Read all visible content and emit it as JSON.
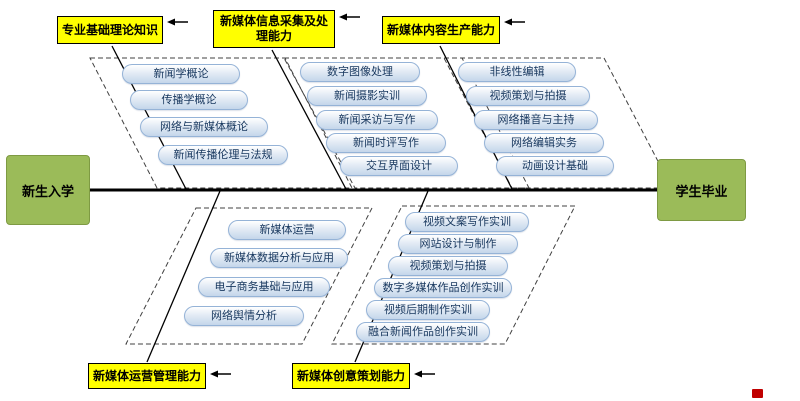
{
  "diagram": {
    "title_hint": "curriculum fishbone map",
    "milestones": {
      "start": "新生入学",
      "end": "学生毕业"
    },
    "colors": {
      "category_fill": "#ffff00",
      "milestone_fill": "#9bbb59",
      "course_border": "#95b3d7",
      "course_text": "#17375e",
      "spine": "#000000"
    },
    "top_groups": [
      {
        "label": "专业基础理论知识",
        "courses": [
          "新闻学概论",
          "传播学概论",
          "网络与新媒体概论",
          "新闻传播伦理与法规"
        ]
      },
      {
        "label": "新媒体信息采集及处理能力",
        "courses": [
          "数字图像处理",
          "新闻摄影实训",
          "新闻采访与写作",
          "新闻时评写作",
          "交互界面设计"
        ]
      },
      {
        "label": "新媒体内容生产能力",
        "courses": [
          "非线性编辑",
          "视频策划与拍摄",
          "网络播音与主持",
          "网络编辑实务",
          "动画设计基础"
        ]
      }
    ],
    "bottom_groups": [
      {
        "label": "新媒体运营管理能力",
        "courses": [
          "新媒体运营",
          "新媒体数据分析与应用",
          "电子商务基础与应用",
          "网络舆情分析"
        ]
      },
      {
        "label": "新媒体创意策划能力",
        "courses": [
          "视频文案写作实训",
          "网站设计与制作",
          "视频策划与拍摄",
          "数字多媒体作品创作实训",
          "视频后期制作实训",
          "融合新闻作品创作实训"
        ]
      }
    ]
  }
}
